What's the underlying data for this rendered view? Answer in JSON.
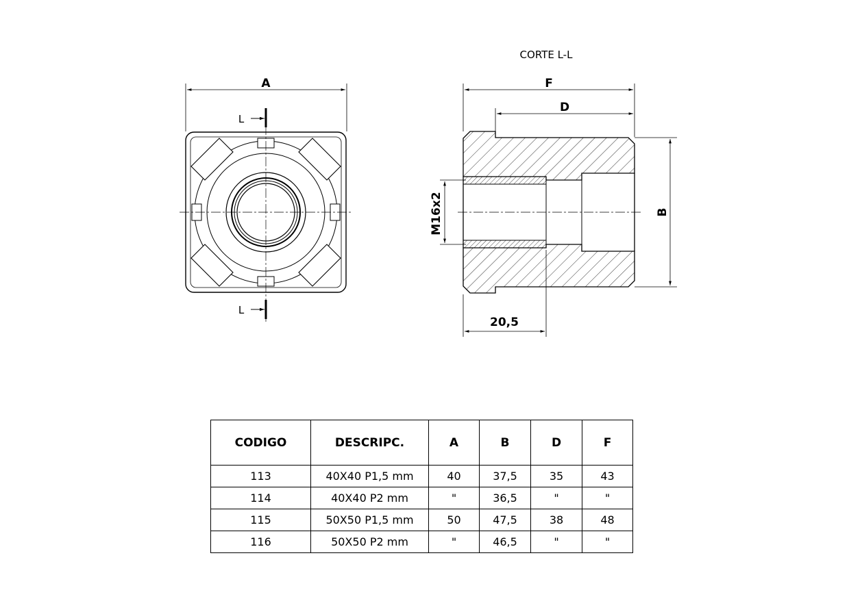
{
  "section_title": "CORTE L-L",
  "front_view": {
    "dim_a": "A",
    "section_label_top": "L",
    "section_label_bottom": "L"
  },
  "section_view": {
    "dim_f": "F",
    "dim_d": "D",
    "dim_b": "B",
    "thread": "M16x2",
    "thread_depth": "20,5"
  },
  "table": {
    "headers": [
      "CODIGO",
      "DESCRIPC.",
      "A",
      "B",
      "D",
      "F"
    ],
    "rows": [
      [
        "113",
        "40X40 P1,5 mm",
        "40",
        "37,5",
        "35",
        "43"
      ],
      [
        "114",
        "40X40 P2 mm",
        "\"",
        "36,5",
        "\"",
        "\""
      ],
      [
        "115",
        "50X50 P1,5 mm",
        "50",
        "47,5",
        "38",
        "48"
      ],
      [
        "116",
        "50X50 P2 mm",
        "\"",
        "46,5",
        "\"",
        "\""
      ]
    ]
  }
}
